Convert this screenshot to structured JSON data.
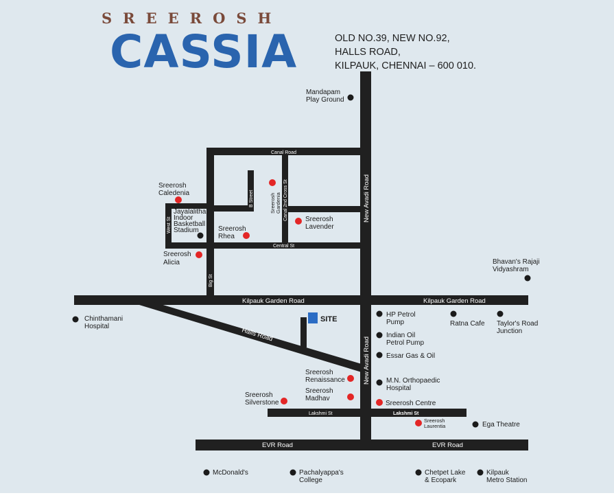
{
  "brand": {
    "top": "SREEROSH",
    "main": "CASSIA"
  },
  "address": [
    "OLD NO.39, NEW NO.92,",
    "HALLS ROAD,",
    "KILPAUK, CHENNAI – 600 010."
  ],
  "roads": {
    "canal_road": "Canal Road",
    "new_avadi_road": "New Avadi Road",
    "kilpauk_garden_road": "Kilpauk Garden Road",
    "halls_road": "Halls Road",
    "lakshmi_st": "Lakshmi St",
    "evr_road": "EVR Road",
    "central_st": "Central St",
    "west_st": "West St",
    "big_st": "Big St",
    "b_street": "B Street",
    "canal_2nd_cross_st": "Canal 2nd Cross St"
  },
  "site_label": "SITE",
  "colors": {
    "background": "#dfe8ee",
    "road": "#202020",
    "project": "#e32626",
    "landmark": "#1b1b1b",
    "site": "#2b6cc4",
    "brand_top": "#7a4a3a",
    "brand_main": "#2a64ae"
  },
  "projects": {
    "caledenia": [
      "Sreerosh",
      "Caledenia"
    ],
    "gardenia": [
      "Sreerosh",
      "Gardenia"
    ],
    "lavender": [
      "Sreerosh",
      "Lavender"
    ],
    "rhea": [
      "Sreerosh",
      "Rhea"
    ],
    "alicia": [
      "Sreerosh",
      "Alicia"
    ],
    "renaissance": [
      "Sreerosh",
      "Renaissance"
    ],
    "madhav": [
      "Sreerosh",
      "Madhav"
    ],
    "silverstone": [
      "Sreerosh",
      "Silverstone"
    ],
    "centre": [
      "Sreerosh Centre"
    ],
    "laurentia": [
      "Sreerosh",
      "Laurentia"
    ]
  },
  "landmarks": {
    "mandapam": [
      "Mandapam",
      "Play Ground"
    ],
    "jayalalitha": [
      "Jayalalitha",
      "Indoor",
      "Basketball",
      "Stadium"
    ],
    "bhavans": [
      "Bhavan's Rajaji",
      "Vidyashram"
    ],
    "chinthamani": [
      "Chinthamani",
      "Hospital"
    ],
    "hp_petrol": [
      "HP Petrol",
      "Pump"
    ],
    "ratna": [
      "Ratna Cafe"
    ],
    "taylors": [
      "Taylor's Road",
      "Junction"
    ],
    "indian_oil": [
      "Indian Oil",
      "Petrol Pump"
    ],
    "essar": [
      "Essar Gas & Oil"
    ],
    "mn_ortho": [
      "M.N. Orthopaedic",
      "Hospital"
    ],
    "ega": [
      "Ega Theatre"
    ],
    "mcdonalds": [
      "McDonald's"
    ],
    "pachalyappas": [
      "Pachalyappa's",
      "College"
    ],
    "chetpet": [
      "Chetpet Lake",
      "& Ecopark"
    ],
    "kilpauk_metro": [
      "Kilpauk",
      "Metro Station"
    ]
  }
}
